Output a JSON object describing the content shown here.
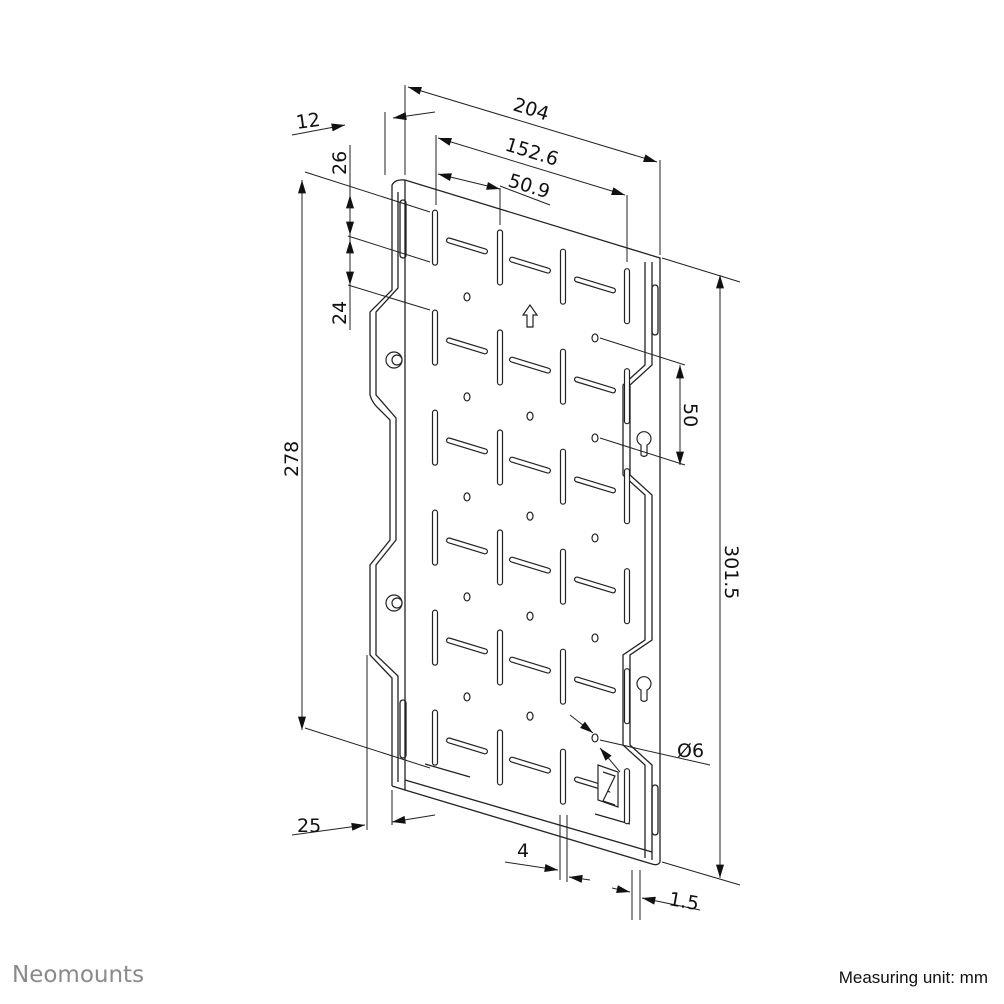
{
  "drawing": {
    "dimensions": {
      "overall_width": "204",
      "flange_offset": "12",
      "hole_span": "152.6",
      "hole_pitch_h": "50.9",
      "top_offset": "26",
      "slot_pitch_v": "24",
      "inner_height": "278",
      "hole_pitch_v": "50",
      "overall_height": "301.5",
      "hole_diameter": "Ø6",
      "flange_depth": "25",
      "slot_width": "4",
      "thickness": "1.5"
    }
  },
  "footer": {
    "brand": "Neomounts",
    "unit_note": "Measuring unit: mm"
  },
  "colors": {
    "line": "#222222",
    "brand": "#8a8a8a"
  }
}
